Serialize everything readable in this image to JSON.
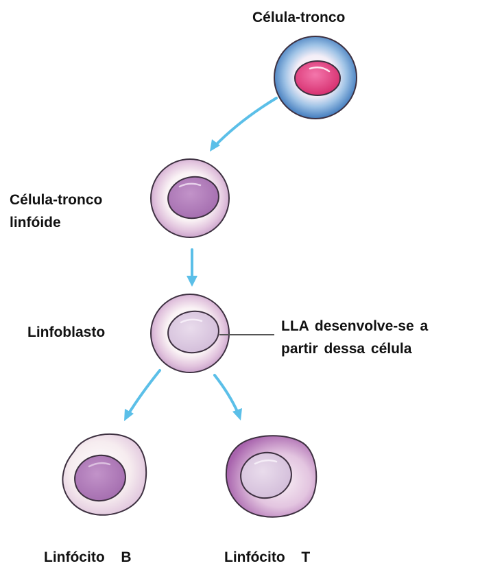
{
  "labels": {
    "stem_cell": "Célula-tronco",
    "lymphoid_stem_cell_line1": "Célula-tronco",
    "lymphoid_stem_cell_line2": "linfóide",
    "lymphoblast": "Linfoblasto",
    "annotation_line1": "LLA desenvolve-se a",
    "annotation_line2": "partir dessa célula",
    "b_lymphocyte": "Linfócito  B",
    "t_lymphocyte": "Linfócito  T"
  },
  "colors": {
    "arrow": "#5bbfe8",
    "stem_cell_cytoplasm": "#3f7fc4",
    "stem_cell_nucleus": "#e0397a",
    "lymphoid_nucleus": "#b07bba",
    "lymphoblast_nucleus": "#dcc8e2",
    "b_nucleus": "#b47dbb",
    "t_nucleus": "#dcc6e1",
    "cell_outline": "#3d3040"
  }
}
